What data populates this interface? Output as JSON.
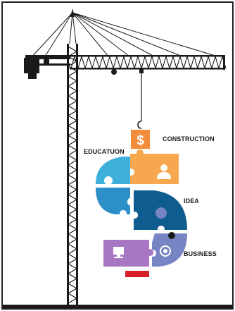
{
  "labels": {
    "construction": "CONSTRUCTION",
    "education": "EDUCATUON",
    "idea": "IDEA",
    "business": "BUSINESS"
  },
  "icons": {
    "dollar": "$"
  },
  "colors": {
    "orange": "#F28C3A",
    "orange_light": "#F7A84E",
    "sky_blue": "#3FB0DC",
    "mid_blue": "#2C8FC8",
    "navy": "#0F5C8E",
    "periwinkle": "#7785C4",
    "purple": "#A877C4",
    "red": "#D8202A",
    "crane": "#1A1A1A"
  }
}
